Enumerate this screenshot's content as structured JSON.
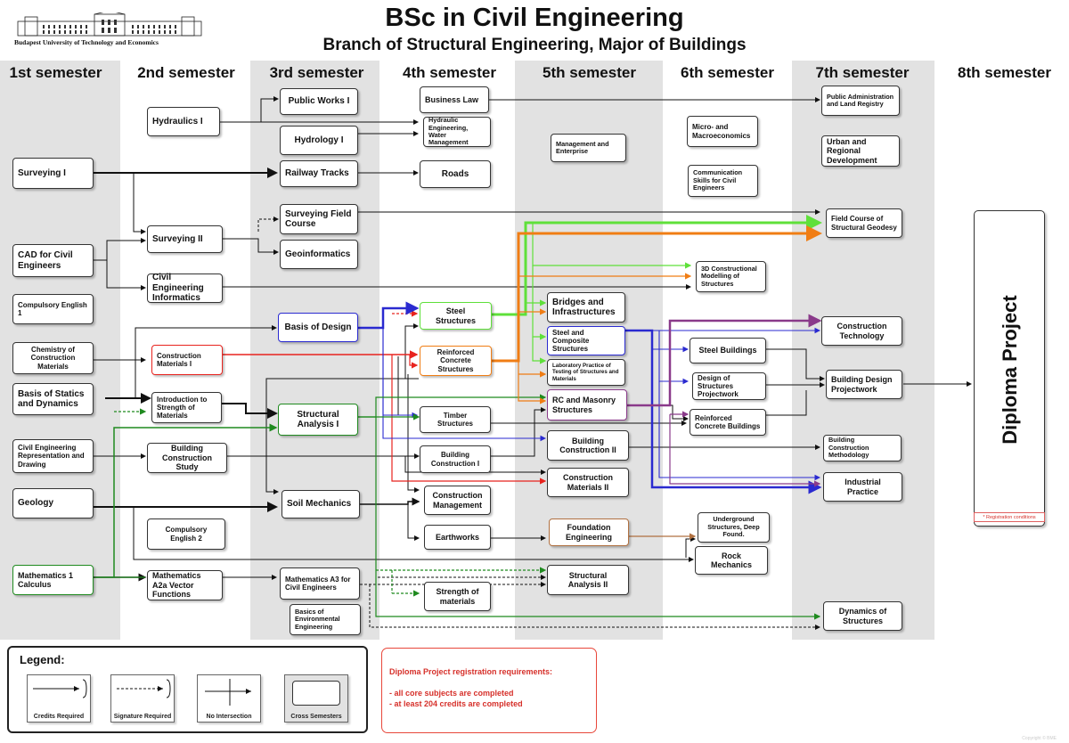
{
  "header": {
    "title": "BSc in Civil Engineering",
    "subtitle": "Branch of Structural Engineering, Major of Buildings",
    "university": "Budapest University of Technology and Economics",
    "copyright": "Copyright © BME"
  },
  "semesters": [
    "1st semester",
    "2nd semester",
    "3rd semester",
    "4th semester",
    "5th semester",
    "6th semester",
    "7th semester",
    "8th semester"
  ],
  "courses": {
    "surveying_1": "Surveying I",
    "cad": "CAD for Civil Engineers",
    "english_1": "Compulsory English 1",
    "chemistry": "Chemistry of Construction Materials",
    "statics": "Basis of Statics and Dynamics",
    "ce_representation": "Civil Engineering Representation and Drawing",
    "geology": "Geology",
    "math_1": "Mathematics 1 Calculus",
    "hydraulics": "Hydraulics I",
    "surveying_2": "Surveying II",
    "ce_informatics": "Civil Engineering Informatics",
    "construction_materials_1": "Construction Materials  I",
    "intro_strength": "Introduction to Strength of Materials",
    "building_construction_study": "Building Construction Study",
    "english_2": "Compulsory English 2",
    "math_a2a": "Mathematics A2a Vector Functions",
    "public_works": "Public Works I",
    "hydrology": "Hydrology I",
    "railway": "Railway Tracks",
    "surveying_field": "Surveying Field Course",
    "geoinformatics": "Geoinformatics",
    "basis_design": "Basis of Design",
    "structural_analysis_1": "Structural Analysis I",
    "soil_mechanics": "Soil Mechanics",
    "math_a3": "Mathematics A3 for Civil Engineers",
    "environmental": "Basics of Environmental Engineering",
    "business_law": "Business Law",
    "hydraulic_eng": "Hydraulic Engineering, Water Management",
    "roads": "Roads",
    "steel_structures": "Steel Structures",
    "reinforced_concrete": "Reinforced Concrete Structures",
    "timber": "Timber Structures",
    "building_construction_1": "Building Construction I",
    "construction_management": "Construction Management",
    "earthworks": "Earthworks",
    "strength_materials": "Strength of materials",
    "management": "Management and Enterprise",
    "bridges": "Bridges and Infrastructures",
    "steel_composite": "Steel and Composite Structures",
    "lab_practice": "Laboratory Practice of Testing of Structures and Materials",
    "rc_masonry": "RC and Masonry Structures",
    "building_construction_2": "Building Construction II",
    "construction_materials_2": "Construction Materials II",
    "foundation": "Foundation Engineering",
    "structural_analysis_2": "Structural Analysis II",
    "micro_macro": "Micro- and Macroeconomics",
    "communication": "Communication Skills for Civil Engineers",
    "modelling_3d": "3D Constructional Modelling of Structures",
    "steel_buildings": "Steel Buildings",
    "design_projectwork": "Design of Structures Projectwork",
    "rc_buildings": "Reinforced Concrete Buildings",
    "underground": "Underground Structures, Deep Found.",
    "rock_mechanics": "Rock Mechanics",
    "public_admin": "Public Administration and Land Registry",
    "urban": "Urban and Regional Development",
    "field_geodesy": "Field Course of Structural Geodesy",
    "construction_tech": "Construction Technology",
    "building_design": "Building Design Projectwork",
    "bc_methodology": "Building Construction Methodology",
    "industrial_practice": "Industrial Practice",
    "dynamics": "Dynamics of Structures",
    "diploma": "Diploma Project"
  },
  "registration_note": "* Registration conditions",
  "legend": {
    "title": "Legend:",
    "credits": "Credits Required",
    "signature": "Signature Required",
    "no_intersection": "No Intersection",
    "cross_semesters": "Cross Semesters"
  },
  "requirements": {
    "title": "Diploma Project registration requirements:",
    "line1": "- all core subjects are completed",
    "line2": "- at least 204 credits are completed"
  },
  "colors": {
    "red": "#e8231e",
    "blue": "#2a2ad0",
    "green": "#1f8a1f",
    "orange": "#f07d14",
    "lightgreen": "#5fe03a",
    "purple": "#8a3a8a",
    "brown": "#b07040",
    "column_grey": "#e2e2e2"
  }
}
